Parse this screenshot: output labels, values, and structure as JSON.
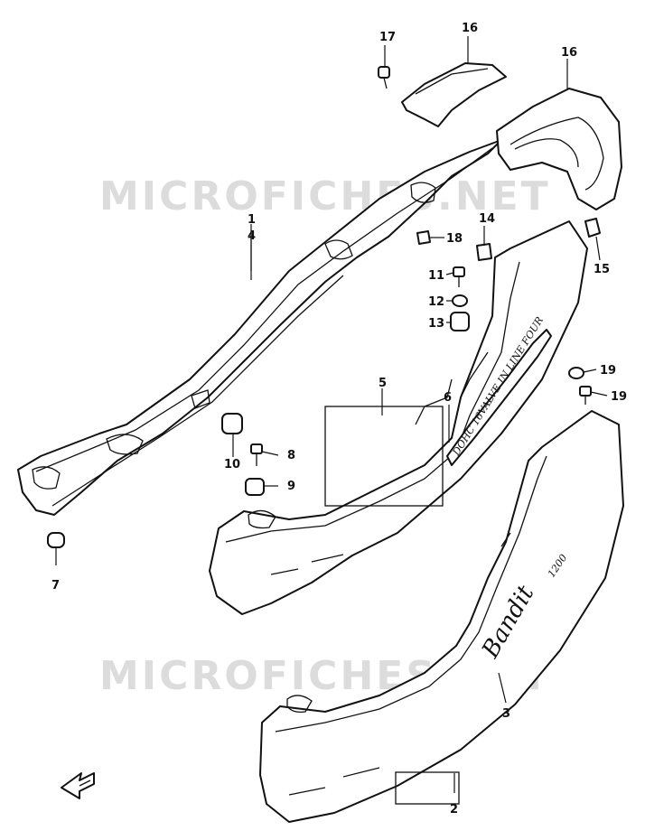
{
  "watermark": "MICROFICHES.NET",
  "decals": {
    "cover_stripe": "DOHC 16VALVE IN LINE FOUR",
    "logo_name": "Bandit",
    "logo_model": "1200"
  },
  "callouts": [
    "1",
    "2",
    "3",
    "4",
    "5",
    "6",
    "7",
    "8",
    "9",
    "10",
    "11",
    "12",
    "13",
    "14",
    "15",
    "16",
    "16",
    "17",
    "18",
    "19",
    "19"
  ],
  "colors": {
    "line": "#111111",
    "watermark": "#dcdcdc",
    "background": "#ffffff"
  },
  "icons": {
    "front_direction": "arrow-left-icon"
  }
}
